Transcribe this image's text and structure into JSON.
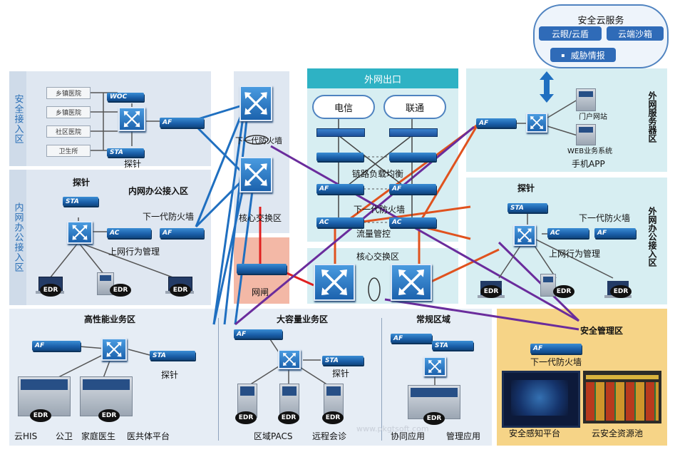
{
  "zones": {
    "security_access": "安全接入区",
    "intranet_office": "内网办公接入区",
    "intranet_office_title": "内网办公接入区",
    "high_perf": "高性能业务区",
    "large_capacity": "大容量业务区",
    "regular": "常规区域",
    "wan_exit": "外网出口",
    "core_switch_area": "核心交换区",
    "core_switch_area_top": "核心交换区",
    "gatekeeper": "网闸",
    "external_server": "外网服务器区",
    "external_office": "外网办公接入区",
    "security_mgmt": "安全管理区"
  },
  "cloud_services": {
    "title": "安全云服务",
    "items": [
      "云眼/云盾",
      "云端沙箱",
      "威胁情报"
    ]
  },
  "security_access": {
    "sites": [
      "乡镇医院",
      "乡镇医院",
      "社区医院",
      "卫生所"
    ],
    "probe": "探针"
  },
  "intranet_office": {
    "probe": "探针",
    "firewall": "下一代防火墙",
    "behavior": "上网行为管理"
  },
  "core": {
    "firewall": "下一代防火墙",
    "switch": "核心交换区"
  },
  "wan": {
    "isp1": "电信",
    "isp2": "联通",
    "lb": "链路负载均衡",
    "fw": "下一代防火墙",
    "flow": "流量管控"
  },
  "external_server": {
    "portal": "门户网站",
    "web": "WEB业务系统",
    "app": "手机APP"
  },
  "external_office": {
    "probe": "探针",
    "firewall": "下一代防火墙",
    "behavior": "上网行为管理"
  },
  "high_perf": {
    "probe": "探针",
    "apps": [
      "云HIS",
      "公卫",
      "家庭医生",
      "医共体平台"
    ]
  },
  "large_capacity": {
    "probe": "探针",
    "apps": [
      "区域PACS",
      "远程会诊"
    ]
  },
  "regular": {
    "apps": [
      "协同应用",
      "管理应用"
    ]
  },
  "security_mgmt": {
    "firewall": "下一代防火墙",
    "platform1": "安全感知平台",
    "platform2": "云安全资源池"
  },
  "device_labels": {
    "woc": "WOC",
    "af": "AF",
    "sta": "STA",
    "ac": "AC",
    "edr": "EDR"
  },
  "watermark": "www.pkgtsoft.com",
  "colors": {
    "link_blue": "#1f6fc0",
    "link_orange": "#e0521e",
    "link_purple": "#6a2c9c",
    "link_red": "#e02020"
  }
}
